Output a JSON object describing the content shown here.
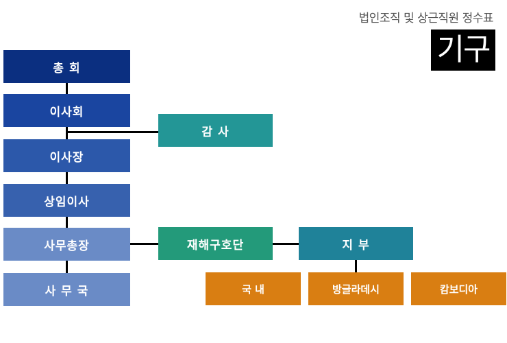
{
  "header": {
    "subtitle": "법인조직 및 상근직원 정수표",
    "title": "기구"
  },
  "colors": {
    "general_assembly": "#0b2f80",
    "board": "#1a45a0",
    "chairman": "#2c58aa",
    "standing_director": "#3761ae",
    "secretary_general": "#6a8bc6",
    "secretariat": "#6a8bc6",
    "auditor": "#239696",
    "relief_team": "#239a7a",
    "branch": "#1f8299",
    "branch_office": "#d97e12"
  },
  "org": {
    "main_chain": [
      {
        "id": "general-assembly",
        "label": "총 회"
      },
      {
        "id": "board-of-directors",
        "label": "이사회"
      },
      {
        "id": "chairman",
        "label": "이사장"
      },
      {
        "id": "standing-director",
        "label": "상임이사"
      },
      {
        "id": "secretary-general",
        "label": "사무총장"
      },
      {
        "id": "secretariat",
        "label": "사 무 국"
      }
    ],
    "auditor": {
      "label": "감 사"
    },
    "relief_team": {
      "label": "재해구호단"
    },
    "branch": {
      "label": "지 부"
    },
    "branch_offices": [
      {
        "label": "국 내"
      },
      {
        "label": "방글라데시"
      },
      {
        "label": "캄보디아"
      }
    ]
  }
}
